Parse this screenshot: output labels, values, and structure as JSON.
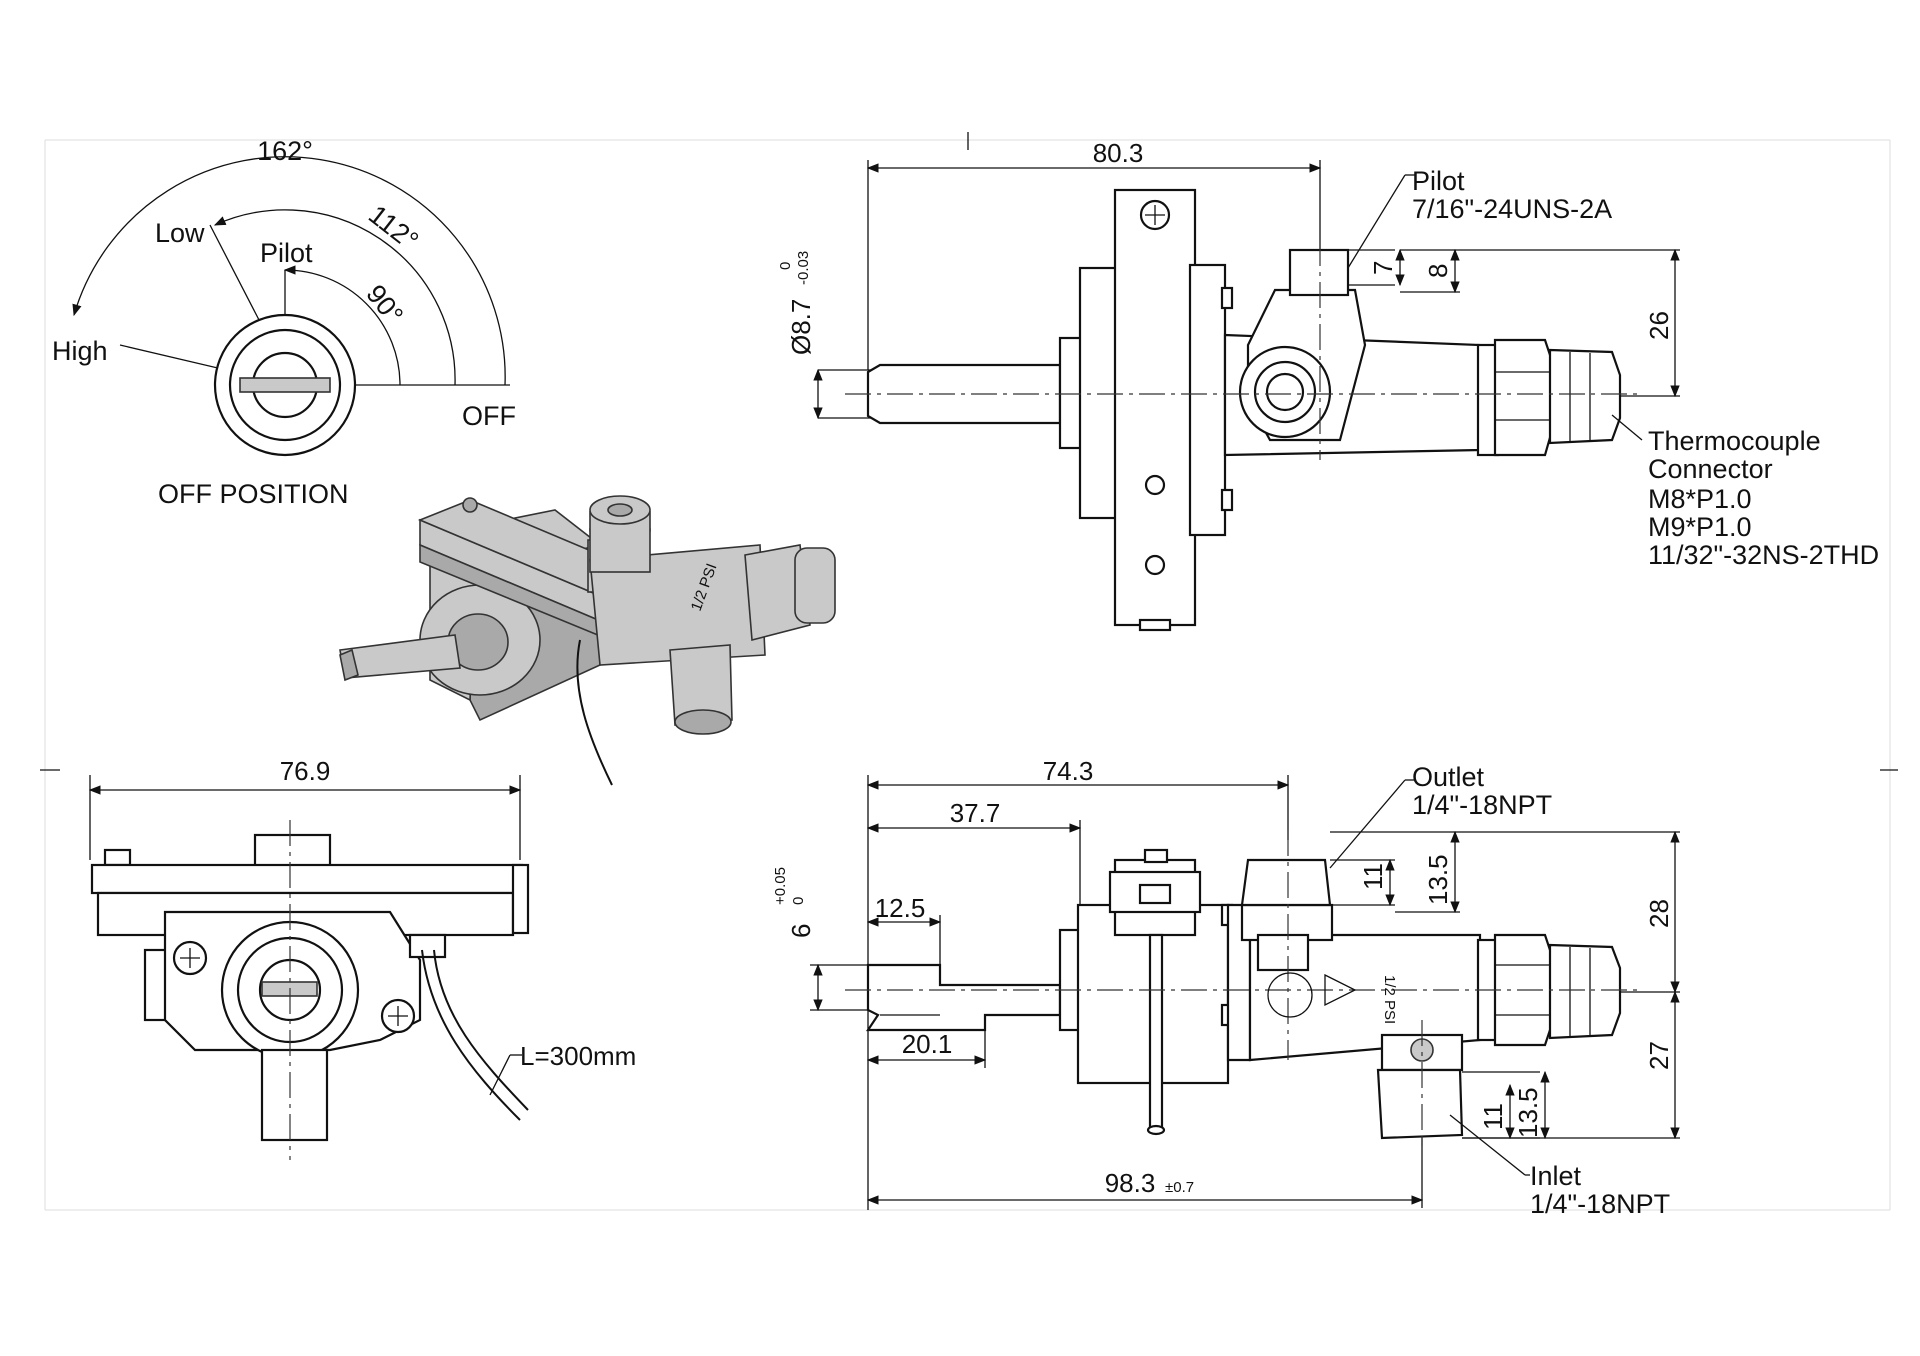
{
  "rotation_view": {
    "angle_162": "162°",
    "angle_112": "112°",
    "angle_90": "90°",
    "low": "Low",
    "pilot": "Pilot",
    "high": "High",
    "off": "OFF",
    "caption": "OFF  POSITION"
  },
  "side_view": {
    "length": "80.3",
    "shaft_diameter": "Ø8.7",
    "diameter_tol_upper": "0",
    "diameter_tol_lower": "-0.03",
    "dim_7": "7",
    "dim_8": "8",
    "dim_26": "26",
    "pilot_label": "Pilot",
    "pilot_thread": "7/16\"-24UNS-2A",
    "thermocouple": {
      "title_line1": "Thermocouple",
      "title_line2": "Connector",
      "spec1": "M8*P1.0",
      "spec2": "M9*P1.0",
      "spec3": "11/32\"-32NS-2THD"
    }
  },
  "front_view": {
    "width": "76.9",
    "cable_length": "L=300mm"
  },
  "top_view": {
    "dim_74_3": "74.3",
    "dim_37_7": "37.7",
    "dim_12_5": "12.5",
    "dim_20_1": "20.1",
    "total_length": "98.3",
    "total_tol": "±0.7",
    "shaft_width": "6",
    "shaft_tol_upper": "+0.05",
    "shaft_tol_lower": "0",
    "outlet_label": "Outlet",
    "outlet_thread": "1/4\"-18NPT",
    "inlet_label": "Inlet",
    "inlet_thread": "1/4\"-18NPT",
    "dim_11_top": "11",
    "dim_13_5_top": "13.5",
    "dim_28": "28",
    "dim_27": "27",
    "dim_11_bottom": "11",
    "dim_13_5_bottom": "13.5",
    "pressure_mark": "1/2 PSI"
  },
  "iso_view": {
    "pressure_mark": "1/2 PSI"
  }
}
